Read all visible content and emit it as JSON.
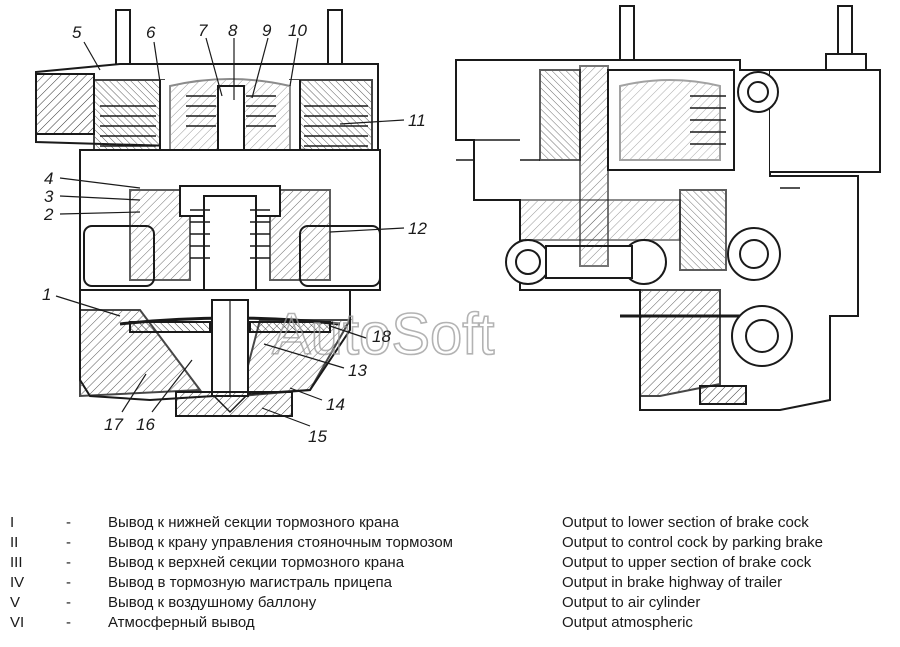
{
  "diagram": {
    "callouts": [
      "1",
      "2",
      "3",
      "4",
      "5",
      "6",
      "7",
      "8",
      "9",
      "10",
      "11",
      "12",
      "13",
      "14",
      "15",
      "16",
      "17",
      "18"
    ],
    "watermark": "AutoSoft"
  },
  "legend": [
    {
      "num": "I",
      "dash": "-",
      "ru": "Вывод к нижней секции тормозного крана",
      "en": "Output to lower section of brake cock"
    },
    {
      "num": "II",
      "dash": "-",
      "ru": "Вывод к крану управления стояночным тормозом",
      "en": "Output to control cock by parking brake"
    },
    {
      "num": "III",
      "dash": "-",
      "ru": "Вывод к верхней секции тормозного крана",
      "en": "Output to upper section of brake cock"
    },
    {
      "num": "IV",
      "dash": "-",
      "ru": "Вывод в тормозную магистраль прицепа",
      "en": "Output in brake highway of trailer"
    },
    {
      "num": "V",
      "dash": "-",
      "ru": "Вывод к воздушному баллону",
      "en": "Output to air cylinder"
    },
    {
      "num": "VI",
      "dash": "-",
      "ru": "Атмосферный вывод",
      "en": "Output atmospheric"
    }
  ]
}
